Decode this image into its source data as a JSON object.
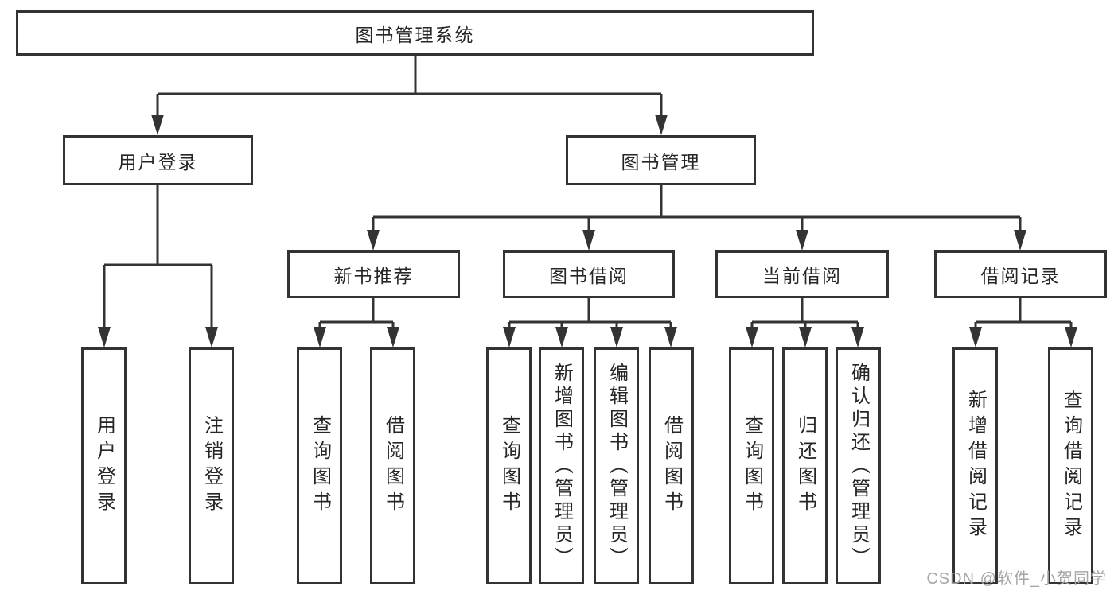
{
  "page": {
    "background": "#ffffff"
  },
  "colors": {
    "line": "#333333",
    "box_border": "#333333",
    "text": "#262626",
    "watermark": "#a6a6a6"
  },
  "diagram": {
    "root": {
      "label": "图书管理系统"
    },
    "branches": [
      {
        "label": "用户登录",
        "children": [
          {
            "label": "用户登录"
          },
          {
            "label": "注销登录"
          }
        ]
      },
      {
        "label": "图书管理",
        "sections": [
          {
            "label": "新书推荐",
            "children": [
              {
                "label": "查询图书"
              },
              {
                "label": "借阅图书"
              }
            ]
          },
          {
            "label": "图书借阅",
            "children": [
              {
                "label": "查询图书"
              },
              {
                "label": "新增图书（管理员）"
              },
              {
                "label": "编辑图书（管理员）"
              },
              {
                "label": "借阅图书"
              }
            ]
          },
          {
            "label": "当前借阅",
            "children": [
              {
                "label": "查询图书"
              },
              {
                "label": "归还图书"
              },
              {
                "label": "确认归还（管理员）"
              }
            ]
          },
          {
            "label": "借阅记录",
            "children": [
              {
                "label": "新增借阅记录"
              },
              {
                "label": "查询借阅记录"
              }
            ]
          }
        ]
      }
    ]
  },
  "watermark": {
    "text": "CSDN @软件_小贺同学"
  }
}
